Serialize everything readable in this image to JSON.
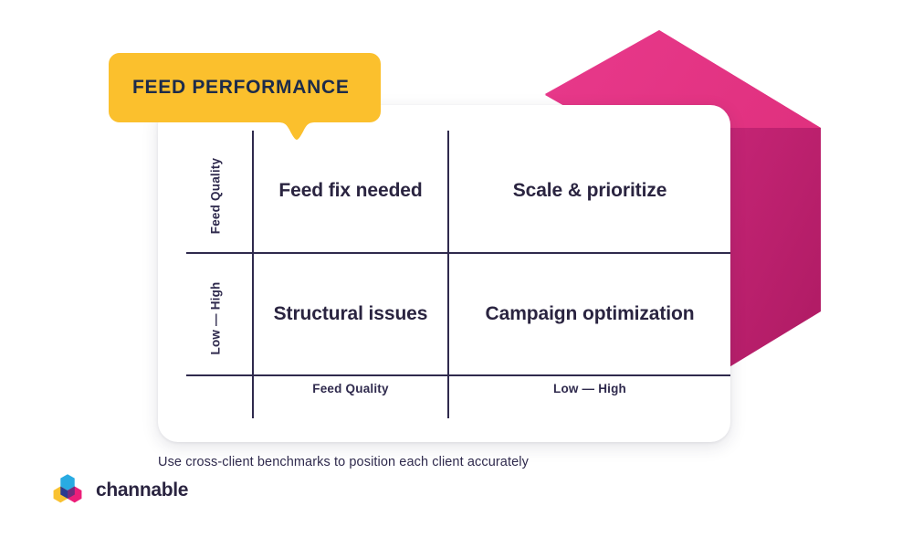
{
  "badge": {
    "label": "FEED PERFORMANCE",
    "bg_color": "#FBC02D",
    "text_color": "#1c2b4a"
  },
  "card": {
    "bg_color": "#FFFFFF"
  },
  "decoration": {
    "name": "magenta-3d-block",
    "top_face_color": "#E8398B",
    "right_face_color": "#B81F6B"
  },
  "matrix": {
    "type": "2x2-matrix",
    "y_axis": {
      "row_labels": [
        "Feed Quality",
        "Low — High"
      ]
    },
    "x_axis": {
      "column_labels": [
        "Feed Quality",
        "Low — High"
      ]
    },
    "quadrants": [
      {
        "position": "top-left",
        "label": "Feed fix needed"
      },
      {
        "position": "top-right",
        "label": "Scale & prioritize"
      },
      {
        "position": "bottom-left",
        "label": "Structural issues"
      },
      {
        "position": "bottom-right",
        "label": "Campaign optimization"
      }
    ],
    "line_color": "#2f2a4d"
  },
  "caption": {
    "text": "Use cross-client benchmarks to position each client accurately"
  },
  "logo": {
    "wordmark": "channable",
    "mark_colors": {
      "top": "#29ABE2",
      "left": "#F9C232",
      "right": "#EC1E79",
      "center": "#2B3A8F",
      "left_overlap": "#E8821E",
      "right_overlap": "#A8216B"
    }
  }
}
